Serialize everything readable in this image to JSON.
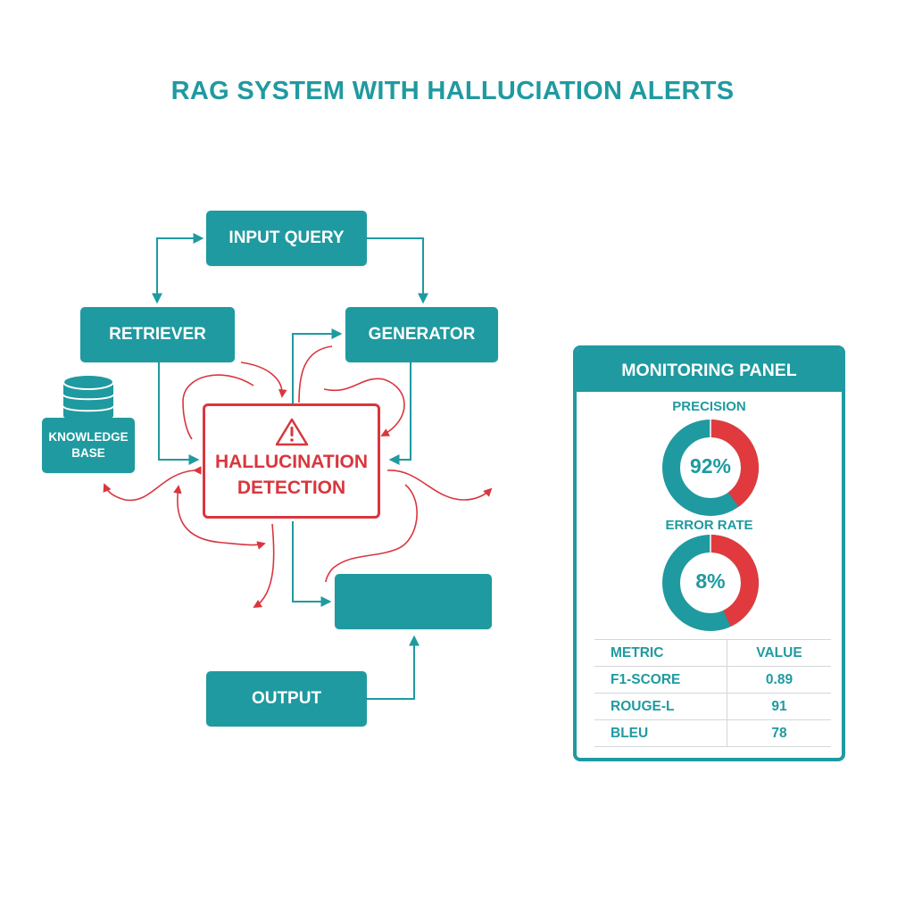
{
  "title": "RAG SYSTEM WITH HALLUCIATION ALERTS",
  "colors": {
    "primary_teal": "#1f9aa0",
    "alert_red": "#d9363e",
    "background": "#ffffff",
    "text_on_teal": "#ffffff"
  },
  "diagram": {
    "nodes": {
      "input_query": "INPUT QUERY",
      "retriever": "RETRIEVER",
      "generator": "GENERATOR",
      "knowledge_base_line1": "KNOWLEDGE",
      "knowledge_base_line2": "BASE",
      "detection_line1": "HALLUCINATION",
      "detection_line2": "DETECTION",
      "blank_box": "",
      "output": "OUTPUT"
    },
    "icons": {
      "detection": "warning-triangle-icon",
      "knowledge_base": "database-icon"
    },
    "edges": [
      {
        "from": "INPUT QUERY",
        "to": "RETRIEVER",
        "style": "teal-arrow",
        "bidirectional": true
      },
      {
        "from": "INPUT QUERY",
        "to": "GENERATOR",
        "style": "teal-arrow"
      },
      {
        "from": "RETRIEVER",
        "to": "HALLUCINATION DETECTION",
        "style": "teal-arrow"
      },
      {
        "from": "GENERATOR",
        "to": "HALLUCINATION DETECTION",
        "style": "teal-arrow"
      },
      {
        "from": "HALLUCINATION DETECTION",
        "to": "GENERATOR",
        "style": "teal-arrow"
      },
      {
        "from": "HALLUCINATION DETECTION",
        "to": "blank box",
        "style": "teal-arrow"
      },
      {
        "from": "OUTPUT",
        "to": "blank box",
        "style": "teal-arrow"
      },
      {
        "from": "HALLUCINATION DETECTION",
        "to": "surroundings",
        "style": "red-curved-alerts"
      }
    ]
  },
  "panel": {
    "title": "MONITORING PANEL",
    "gauges": [
      {
        "label": "PRECISION",
        "value_text": "92%",
        "teal_fraction": 0.6,
        "red_fraction": 0.4
      },
      {
        "label": "ERROR RATE",
        "value_text": "8%",
        "teal_fraction": 0.57,
        "red_fraction": 0.43
      }
    ],
    "table": {
      "headers": [
        "METRIC",
        "VALUE"
      ],
      "rows": [
        [
          "F1-SCORE",
          "0.89"
        ],
        [
          "ROUGE-L",
          "91"
        ],
        [
          "BLEU",
          "78"
        ]
      ]
    }
  }
}
